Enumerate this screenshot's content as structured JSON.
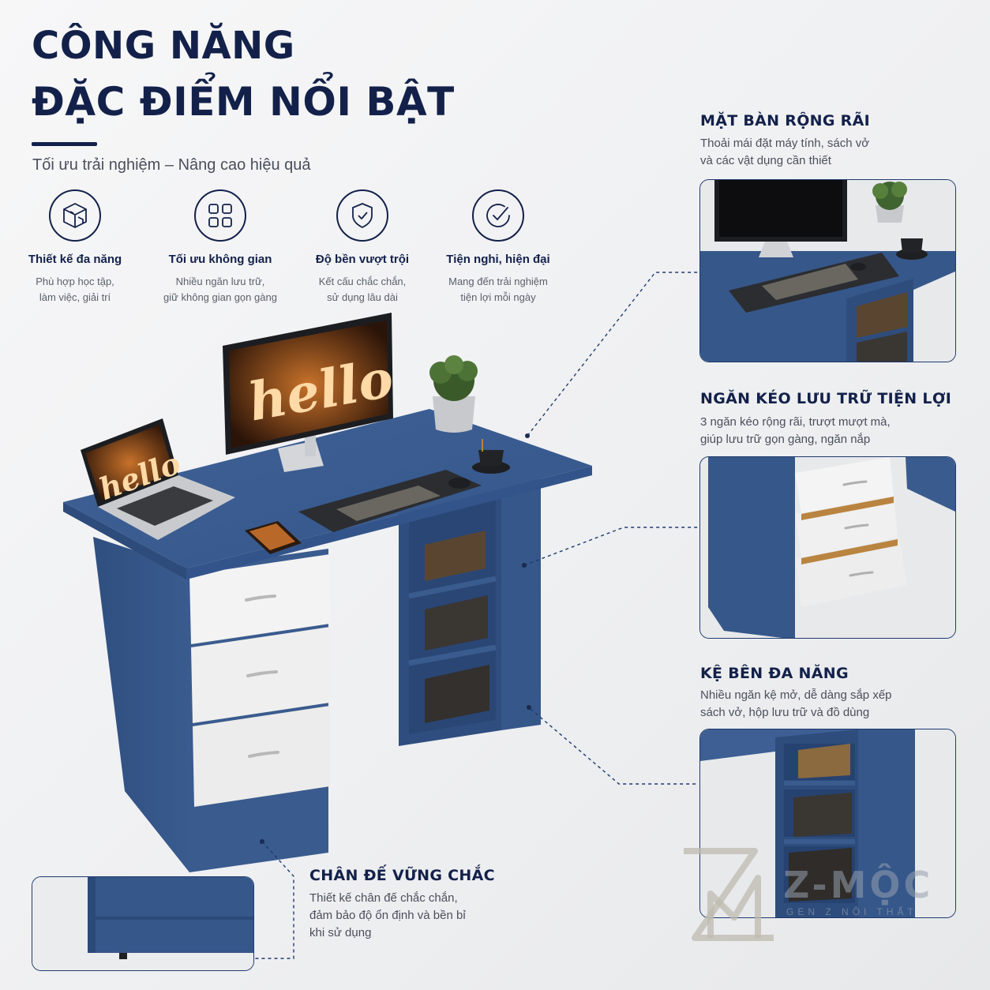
{
  "header": {
    "title_line1": "CÔNG NĂNG",
    "title_line2": "ĐẶC ĐIỂM NỔI BẬT",
    "subtitle": "Tối ưu trải nghiệm – Nâng cao hiệu quả"
  },
  "features": [
    {
      "icon": "box-design-icon",
      "title": "Thiết kế đa năng",
      "desc": "Phù hợp học tập,\nlàm việc, giải trí"
    },
    {
      "icon": "grid-layout-icon",
      "title": "Tối ưu không gian",
      "desc": "Nhiều ngăn lưu trữ,\ngiữ không gian gọn gàng"
    },
    {
      "icon": "shield-check-icon",
      "title": "Độ bền vượt trội",
      "desc": "Kết cấu chắc chắn,\nsử dụng lâu dài"
    },
    {
      "icon": "check-circle-icon",
      "title": "Tiện nghi, hiện đại",
      "desc": "Mang đến trải nghiệm\ntiện lợi mỗi ngày"
    }
  ],
  "callouts": {
    "desktop": {
      "title": "MẶT BÀN RỘNG RÃI",
      "desc": "Thoải mái đặt máy tính, sách vở\nvà các vật dụng cần thiết"
    },
    "drawers": {
      "title": "NGĂN KÉO LƯU TRỮ TIỆN LỢI",
      "desc": "3 ngăn kéo rộng rãi, trượt mượt mà,\ngiúp lưu trữ gọn gàng, ngăn nắp"
    },
    "shelves": {
      "title": "KỆ BÊN ĐA NĂNG",
      "desc": "Nhiều ngăn kệ mở, dễ dàng sắp xếp\nsách vở, hộp lưu trữ và đồ dùng"
    },
    "base": {
      "title": "CHÂN ĐẾ VỮNG CHẮC",
      "desc": "Thiết kế chân đế chắc chắn,\nđảm bảo độ ổn định và bền bỉ\nkhi sử dụng"
    }
  },
  "screen_text": "hello",
  "watermark": {
    "brand": "Z-MỘC",
    "tagline": "GEN Z NỘI THẤT"
  },
  "colors": {
    "navy": "#13214a",
    "desk_blue": "#3a5a8c",
    "drawer_white": "#f4f4f4"
  }
}
